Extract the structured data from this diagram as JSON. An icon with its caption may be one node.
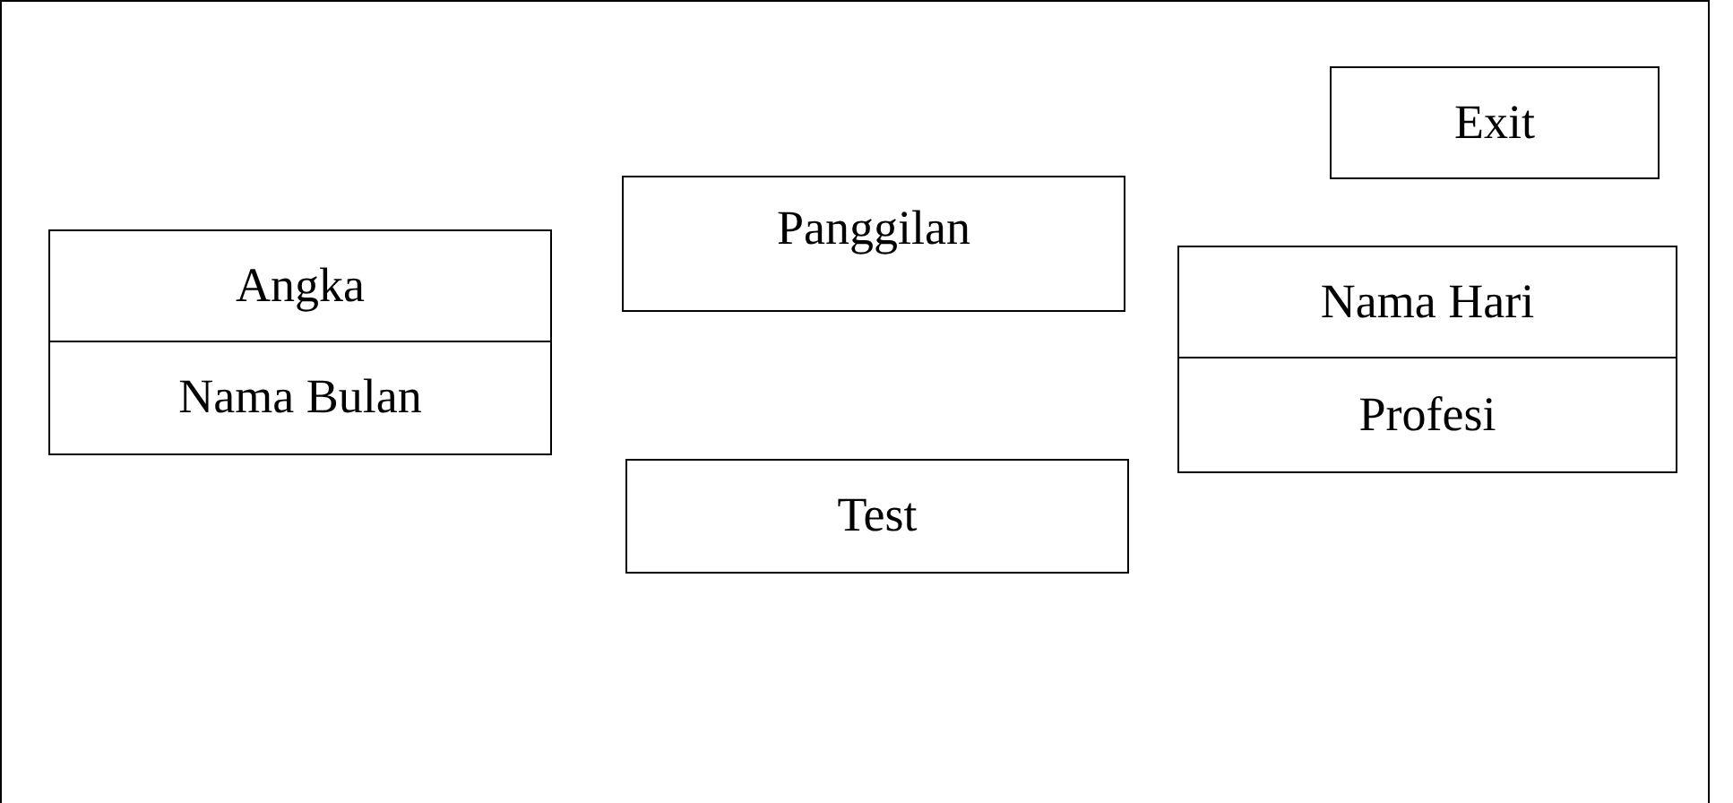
{
  "diagram": {
    "nodes": [
      {
        "text": [],
        "shape": "box"
      },
      {
        "text": [
          "Exit"
        ],
        "in": 0
      },
      {
        "text": [
          "Panggilan"
        ],
        "in": 0
      },
      {
        "text": [
          "Angka"
        ],
        "in": 0
      },
      {
        "text": [
          "Nama Hari"
        ],
        "in": 0
      },
      {
        "text": [
          "Nama Bulan"
        ],
        "in": 0
      },
      {
        "text": [
          "Profesi"
        ],
        "in": 0
      },
      {
        "text": [
          "Test"
        ],
        "in": 0
      }
    ]
  }
}
